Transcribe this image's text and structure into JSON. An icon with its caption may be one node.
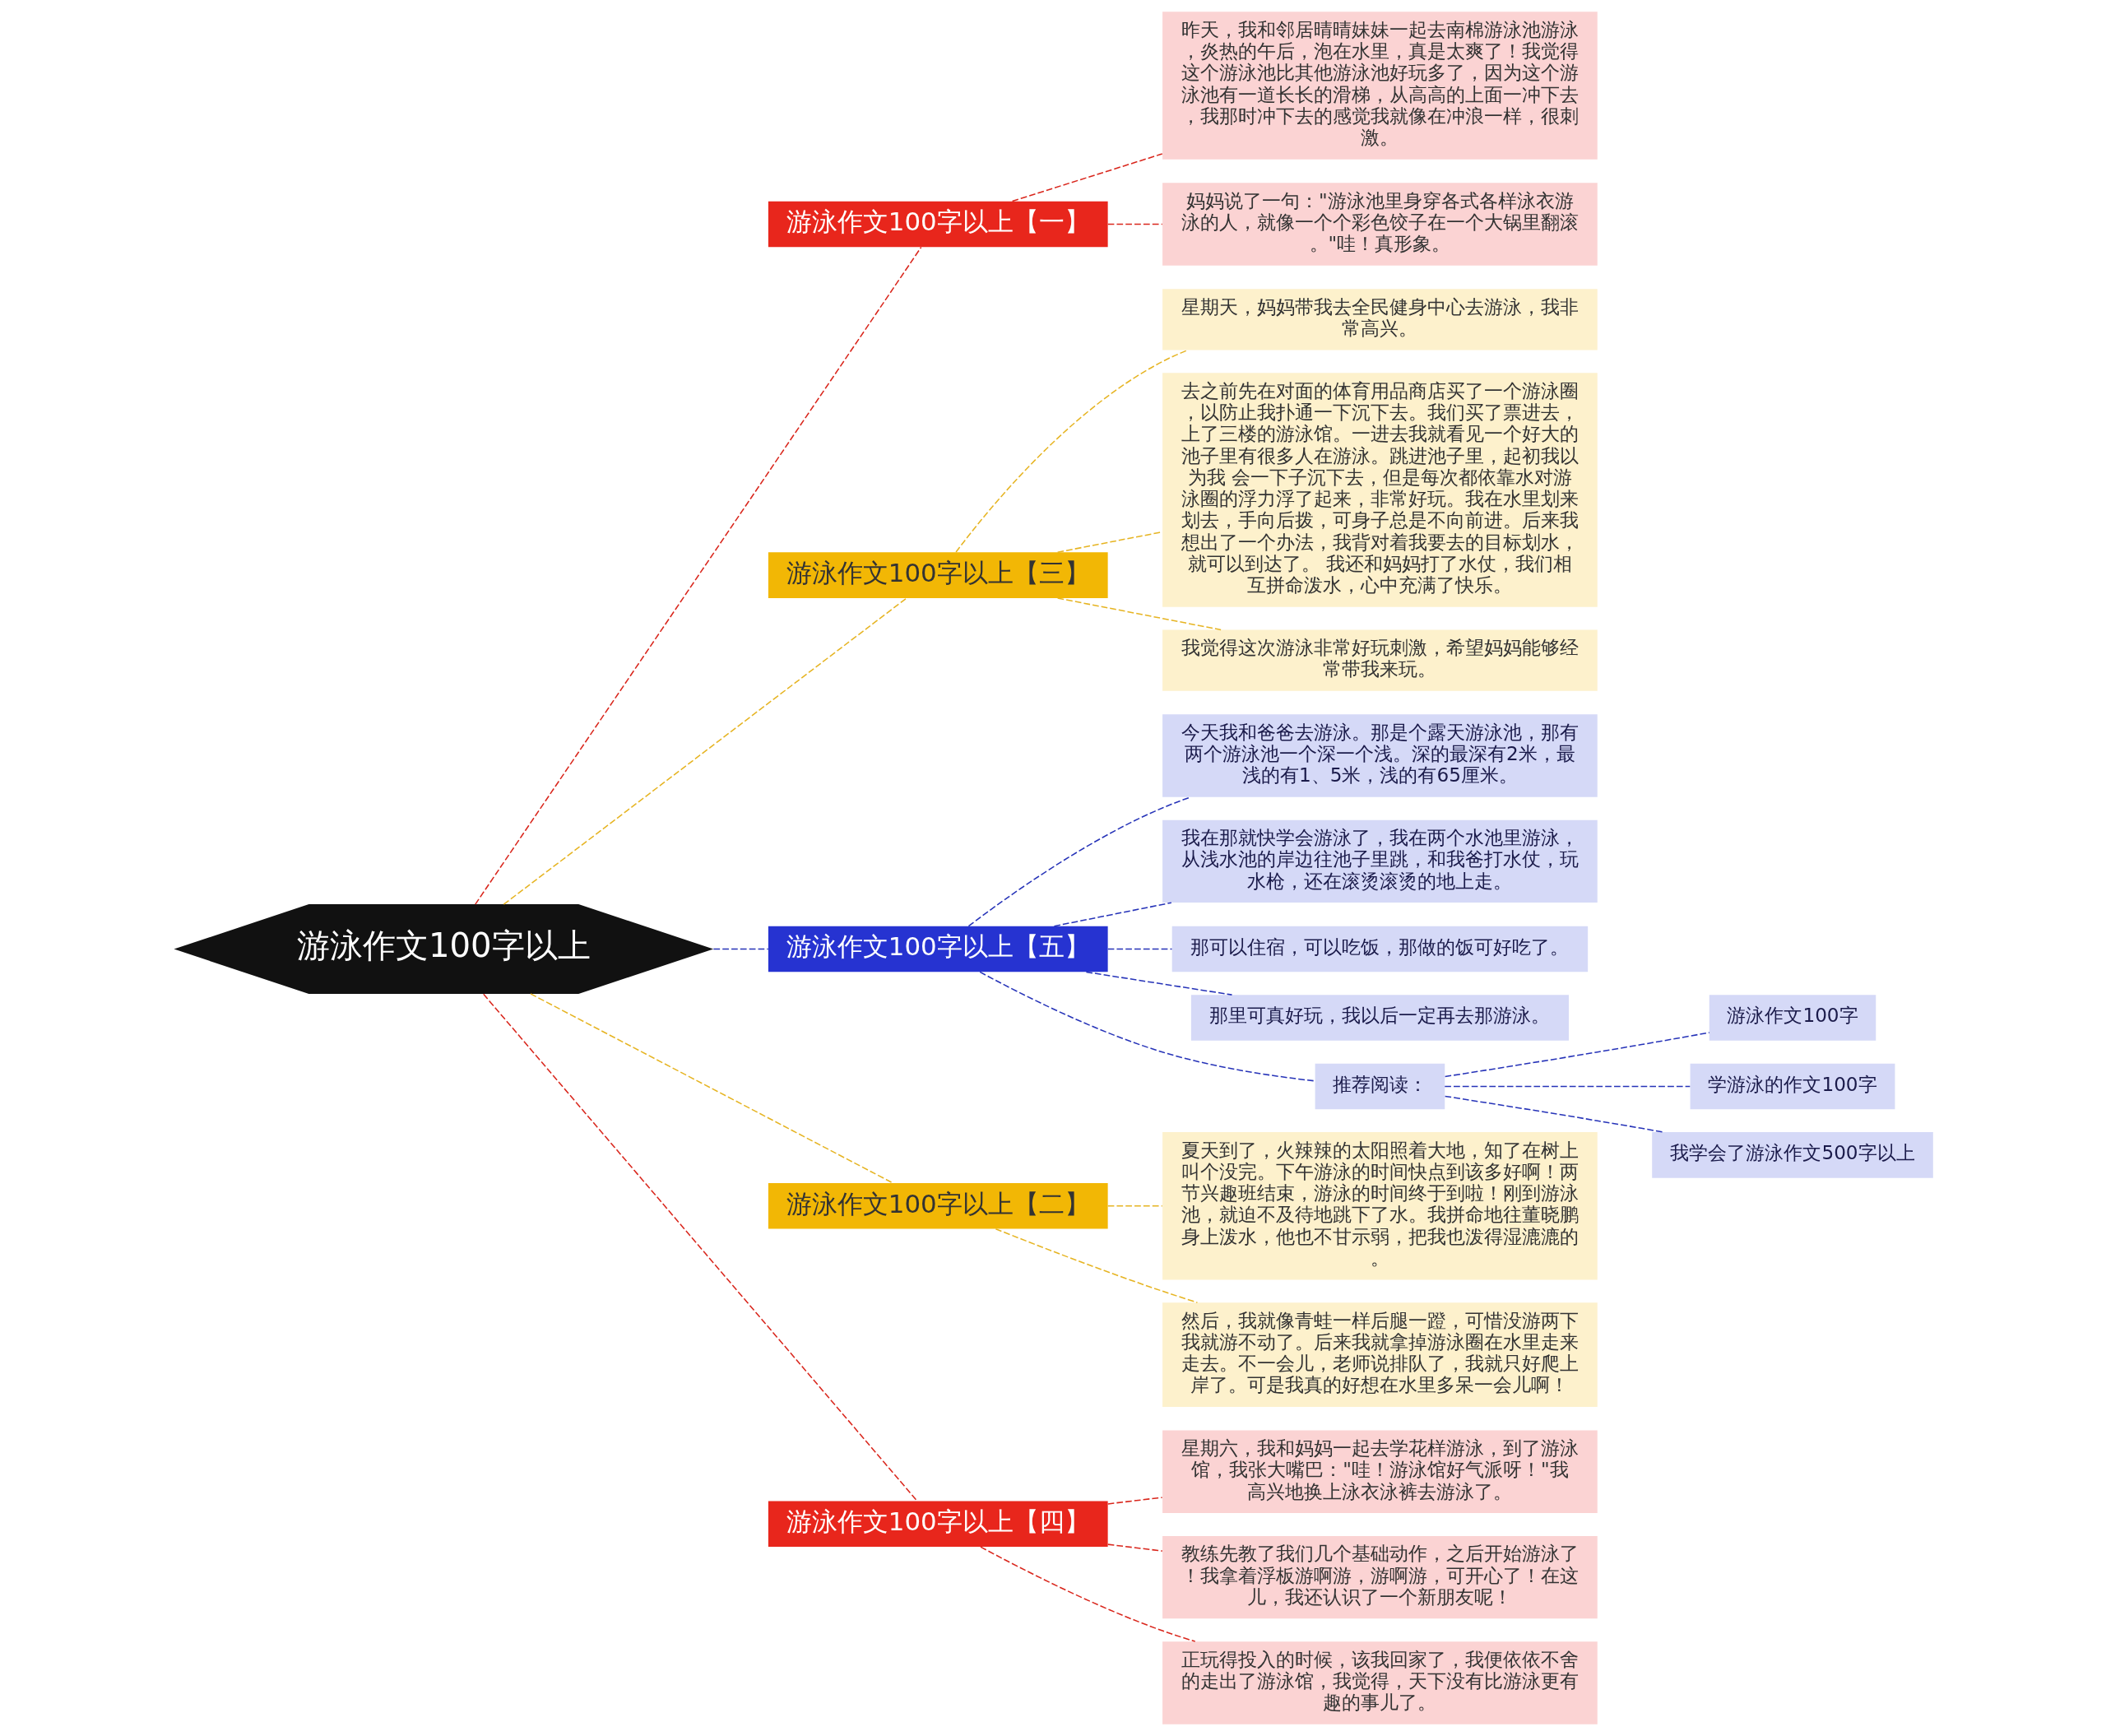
{
  "diagram": {
    "nodes": [
      {
        "text": [
          "游泳作文100字以上"
        ]
      },
      {
        "text": [
          "游泳作文100字以上【一】"
        ]
      },
      {
        "text": [
          "昨天，我和邻居晴晴妹妹一起去南棉游泳池游泳，炎热的午后，泡在水里，真是太爽了！我觉得这个游泳池比其他游泳池好玩多了，因为这个游泳池有一道长长的滑梯，从高高的上面一冲下去，我那时冲下去的感觉我就像在冲浪一样，很刺激。"
        ]
      },
      {
        "text": [
          "妈妈说了一句：\"游泳池里身穿各式各样泳衣游泳的人，就像一个个彩色饺子在一个大锅里翻滚。\"哇！真形象。"
        ]
      },
      {
        "text": [
          "游泳作文100字以上【三】"
        ]
      },
      {
        "text": [
          "星期天，妈妈带我去全民健身中心去游泳，我非常高兴。"
        ]
      },
      {
        "text": [
          "去之前先在对面的体育用品商店买了一个游泳圈，以防止我扑通一下沉下去。我们买了票进去，上了三楼的游泳馆。一进去我就看见一个好大的池子里有很多人在游泳。跳进池子里，起初我以为我 会一下子沉下去，但是每次都依靠水对游泳圈的浮力浮了起来，非常好玩。我在水里划来划去，手向后拨，可身子总是不向前进。后来我想出了一个办法，我背对着我要去的目标划水，就可以到达了。 我还和妈妈打了水仗，我们相互拼命泼水，心中充满了快乐。"
        ]
      },
      {
        "text": [
          "我觉得这次游泳非常好玩刺激，希望妈妈能够经常带我来玩。"
        ]
      },
      {
        "text": [
          "游泳作文100字以上【五】"
        ]
      },
      {
        "text": [
          "今天我和爸爸去游泳。那是个露天游泳池，那有两个游泳池一个深一个浅。深的最深有2米，最浅的有1、5米，浅的有65厘米。"
        ]
      },
      {
        "text": [
          "我在那就快学会游泳了，我在两个水池里游泳，从浅水池的岸边往池子里跳，和我爸打水仗，玩水枪，还在滚烫滚烫的地上走。"
        ]
      },
      {
        "text": [
          "那可以住宿，可以吃饭，那做的饭可好吃了。"
        ]
      },
      {
        "text": [
          "那里可真好玩，我以后一定再去那游泳。"
        ]
      },
      {
        "text": [
          "推荐阅读："
        ]
      },
      {
        "text": [
          "游泳作文100字"
        ]
      },
      {
        "text": [
          "学游泳的作文100字"
        ]
      },
      {
        "text": [
          "我学会了游泳作文500字以上"
        ]
      },
      {
        "text": [
          "游泳作文100字以上【二】"
        ]
      },
      {
        "text": [
          "夏天到了，火辣辣的太阳照着大地，知了在树上叫个没完。下午游泳的时间快点到该多好啊！两节兴趣班结束，游泳的时间终于到啦！刚到游泳池，就迫不及待地跳下了水。我拼命地往董晓鹏身上泼水，他也不甘示弱，把我也泼得湿漉漉的。"
        ]
      },
      {
        "text": [
          "然后，我就像青蛙一样后腿一蹬，可惜没游两下我就游不动了。后来我就拿掉游泳圈在水里走来走去。不一会儿，老师说排队了，我就只好爬上岸了。可是我真的好想在水里多呆一会儿啊！"
        ]
      },
      {
        "text": [
          "游泳作文100字以上【四】"
        ]
      },
      {
        "text": [
          "星期六，我和妈妈一起去学花样游泳，到了游泳馆，我张大嘴巴：\"哇！游泳馆好气派呀！\"我高兴地换上泳衣泳裤去游泳了。"
        ]
      },
      {
        "text": [
          "教练先教了我们几个基础动作，之后开始游泳了！我拿着浮板游啊游，游啊游，可开心了！在这儿，我还认识了一个新朋友呢！"
        ]
      },
      {
        "text": [
          "正玩得投入的时候，该我回家了，我便依依不舍的走出了游泳馆，我觉得，天下没有比游泳更有趣的事儿了。"
        ]
      }
    ],
    "edges": [
      {
        "from": 0,
        "to": 1,
        "arrow": "none",
        "style": "dashed",
        "color": "#d9261c"
      },
      {
        "from": 1,
        "to": 2,
        "arrow": "none",
        "style": "dashed",
        "color": "#d9261c"
      },
      {
        "from": 1,
        "to": 3,
        "arrow": "none",
        "style": "dashed",
        "color": "#d9261c"
      },
      {
        "from": 0,
        "to": 4,
        "arrow": "none",
        "style": "dashed",
        "color": "#e6b422"
      },
      {
        "from": 4,
        "to": 5,
        "arrow": "none",
        "style": "dashed",
        "color": "#e6b422"
      },
      {
        "from": 4,
        "to": 6,
        "arrow": "none",
        "style": "dashed",
        "color": "#e6b422"
      },
      {
        "from": 4,
        "to": 7,
        "arrow": "none",
        "style": "dashed",
        "color": "#e6b422"
      },
      {
        "from": 0,
        "to": 8,
        "arrow": "none",
        "style": "dashed"
      },
      {
        "from": 8,
        "to": 9,
        "arrow": "none",
        "style": "dashed"
      },
      {
        "from": 8,
        "to": 10,
        "arrow": "none",
        "style": "dashed"
      },
      {
        "from": 8,
        "to": 11,
        "arrow": "none",
        "style": "dashed"
      },
      {
        "from": 8,
        "to": 12,
        "arrow": "none",
        "style": "dashed"
      },
      {
        "from": 8,
        "to": 13,
        "arrow": "none",
        "style": "dashed"
      },
      {
        "from": 13,
        "to": 14,
        "arrow": "none",
        "style": "dashed"
      },
      {
        "from": 13,
        "to": 15,
        "arrow": "none",
        "style": "dashed"
      },
      {
        "from": 13,
        "to": 16,
        "arrow": "none",
        "style": "dashed"
      },
      {
        "from": 0,
        "to": 17,
        "arrow": "none",
        "style": "dashed",
        "color": "#e6b422"
      },
      {
        "from": 17,
        "to": 18,
        "arrow": "none",
        "style": "dashed",
        "color": "#e6b422"
      },
      {
        "from": 17,
        "to": 19,
        "arrow": "none",
        "style": "dashed",
        "color": "#e6b422"
      },
      {
        "from": 0,
        "to": 20,
        "arrow": "none",
        "style": "dashed",
        "color": "#d9261c"
      },
      {
        "from": 20,
        "to": 21,
        "arrow": "none",
        "style": "dashed",
        "color": "#d9261c"
      },
      {
        "from": 20,
        "to": 22,
        "arrow": "none",
        "style": "dashed",
        "color": "#d9261c"
      },
      {
        "from": 20,
        "to": 23,
        "arrow": "none",
        "style": "dashed",
        "color": "#d9261c"
      }
    ]
  }
}
